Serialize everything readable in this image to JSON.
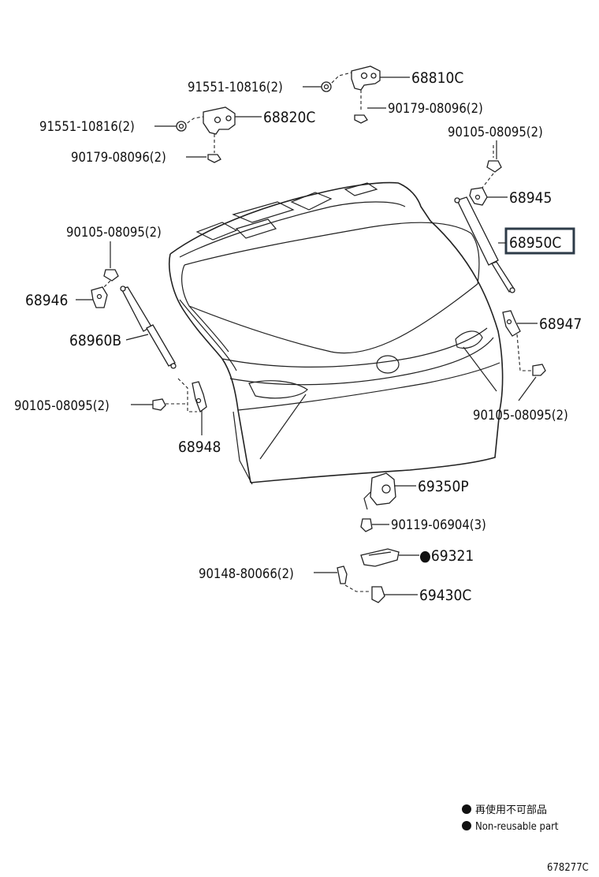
{
  "callouts": {
    "c68810C": "68810C",
    "c91551_top": "91551-10816(2)",
    "c90179_top": "90179-08096(2)",
    "c68820C": "68820C",
    "c91551_left": "91551-10816(2)",
    "c90179_left": "90179-08096(2)",
    "c90105_top_right": "90105-08095(2)",
    "c68945": "68945",
    "c68950C": "68950C",
    "c90105_left": "90105-08095(2)",
    "c68946": "68946",
    "c68960B": "68960B",
    "c68947": "68947",
    "c90105_lower_left": "90105-08095(2)",
    "c90105_lower_right": "90105-08095(2)",
    "c68948": "68948",
    "c69350P": "69350P",
    "c90119": "90119-06904(3)",
    "c69321": "●69321",
    "c90148": "90148-80066(2)",
    "c69430C": "69430C"
  },
  "legend": {
    "jp": "再使用不可部品",
    "en": "Non-reusable part"
  },
  "figure_id": "678277C",
  "colors": {
    "line": "#222222",
    "highlight_box": "#2d3b48"
  }
}
